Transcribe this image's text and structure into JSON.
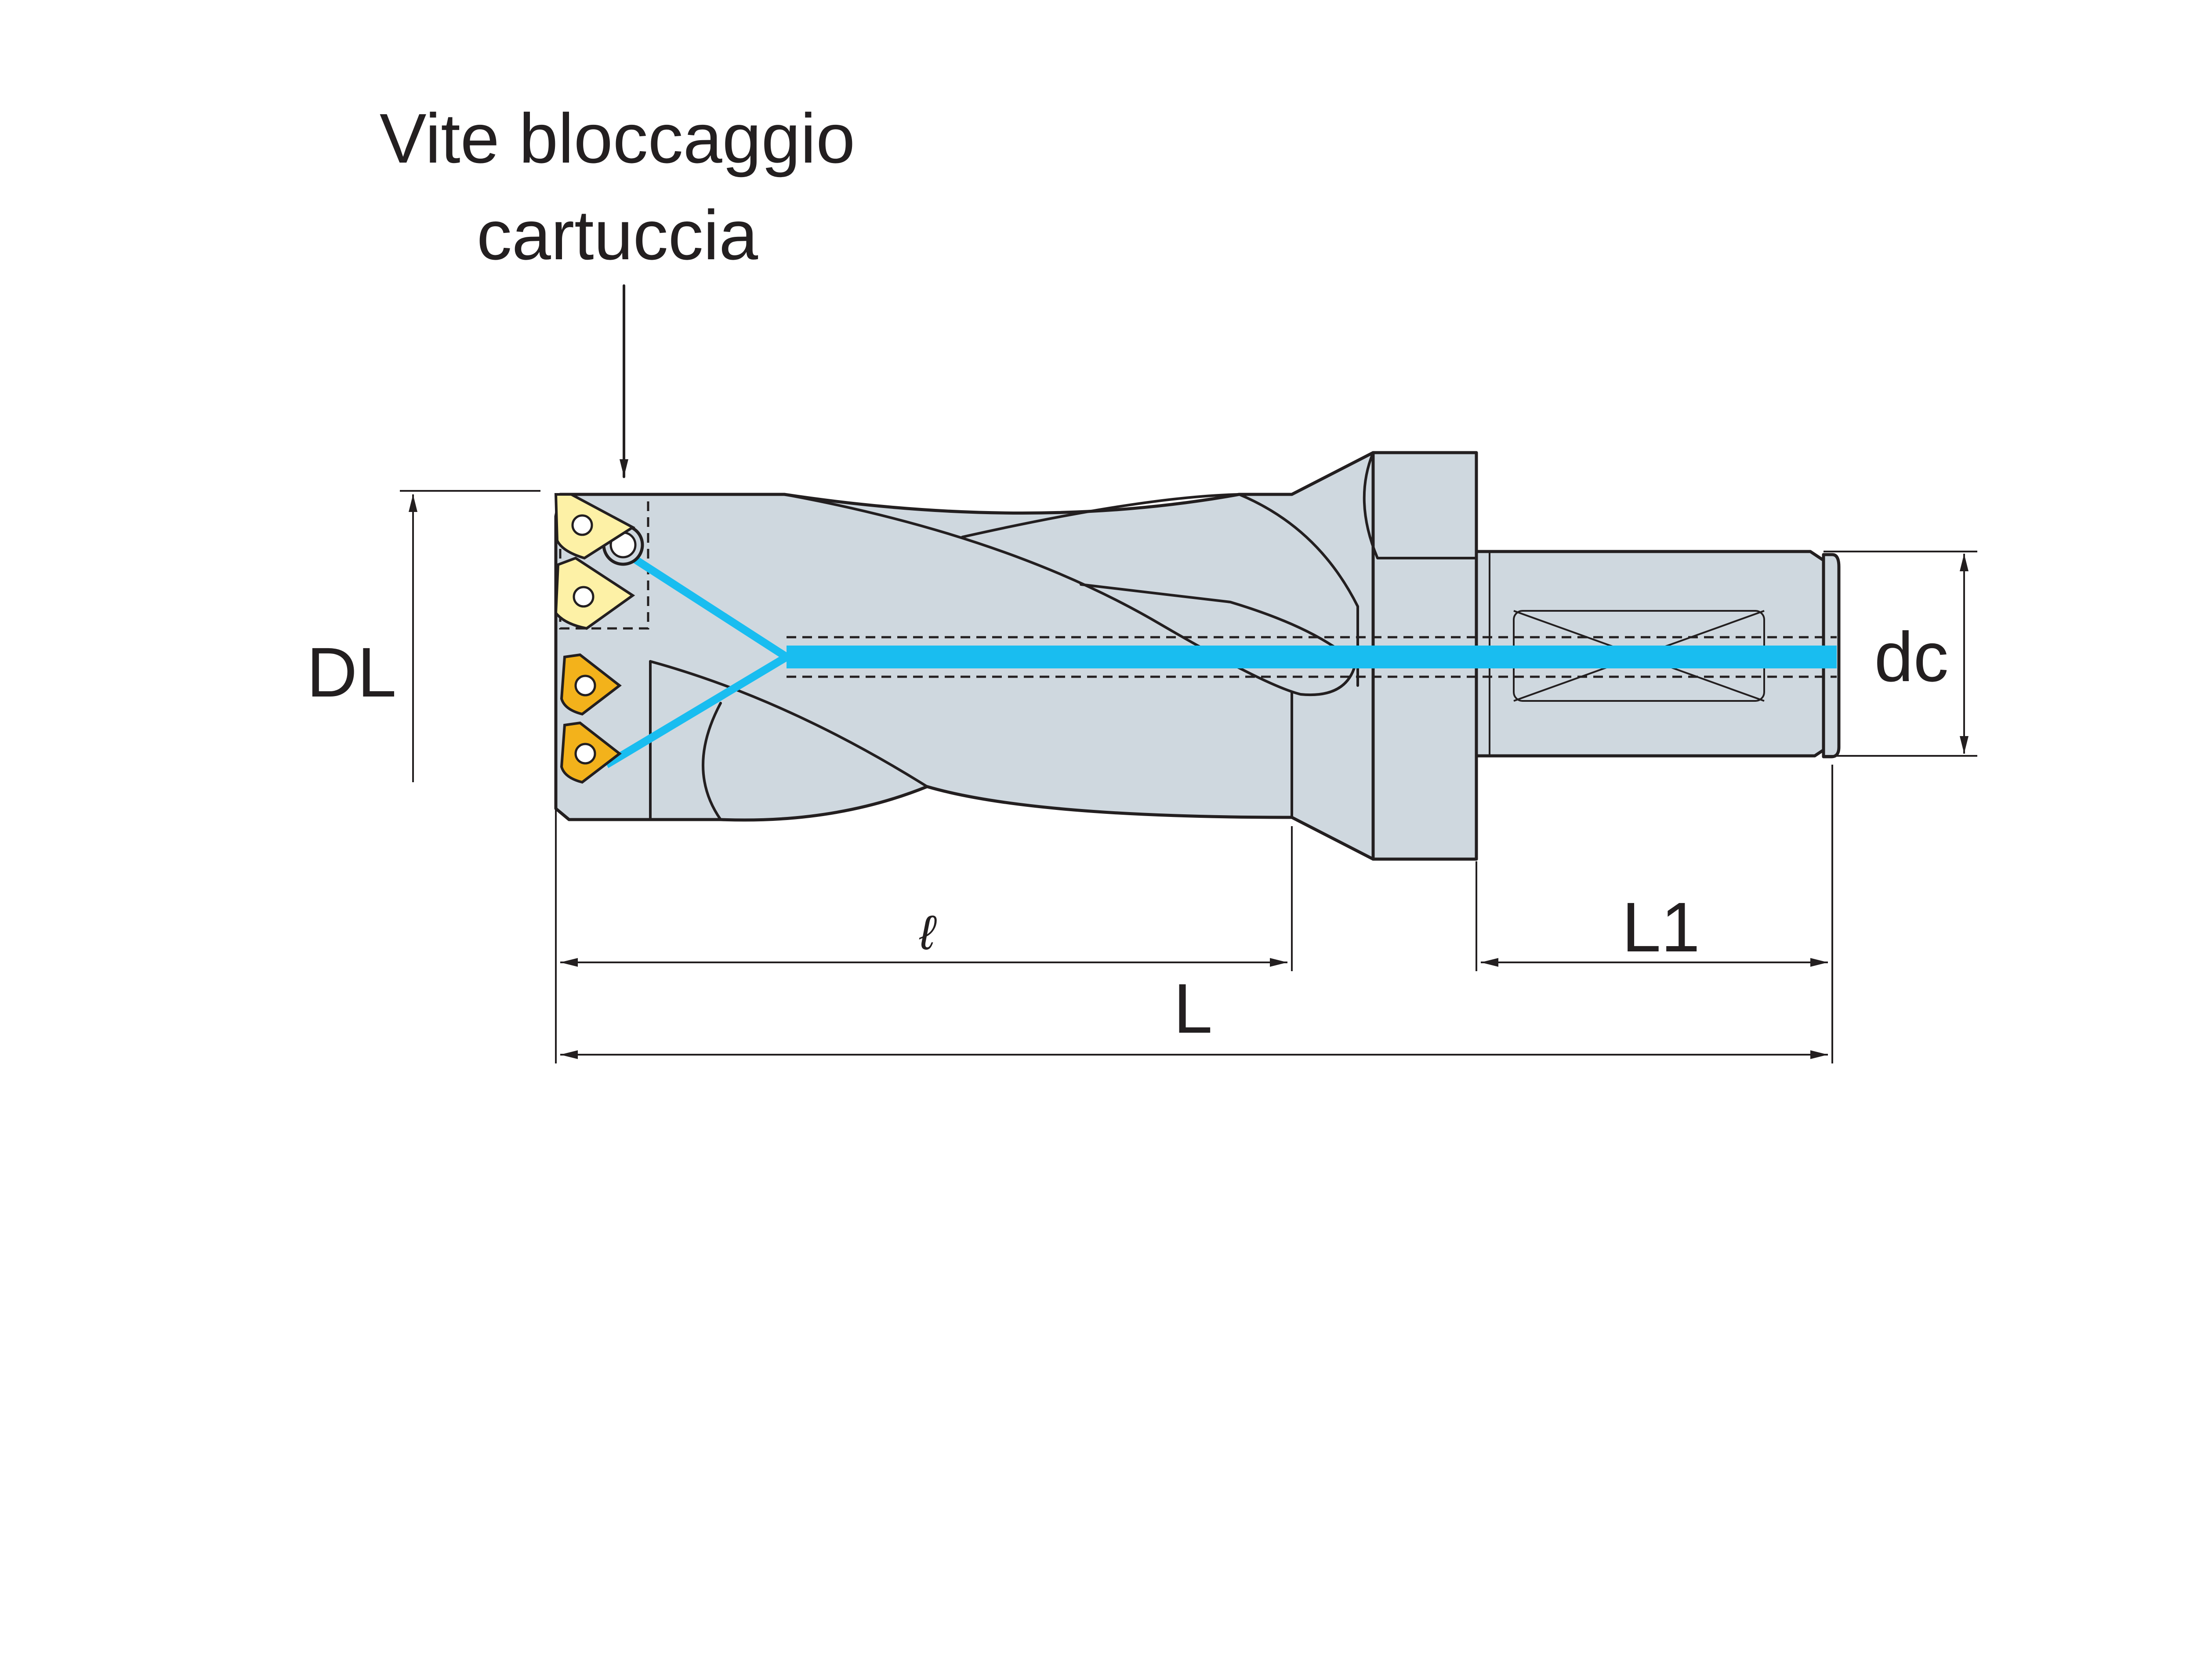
{
  "callout": {
    "line1": "Vite bloccaggio",
    "line2": "cartuccia"
  },
  "dimensions": {
    "DL": "DL",
    "dc": "dc",
    "l": "ℓ",
    "L": "L",
    "L1": "L1"
  },
  "colors": {
    "body": "#cfd8df",
    "outline": "#231f20",
    "coolant": "#19bdf0",
    "insert_light": "#fdf1a6",
    "insert_dark": "#f3b21b"
  }
}
